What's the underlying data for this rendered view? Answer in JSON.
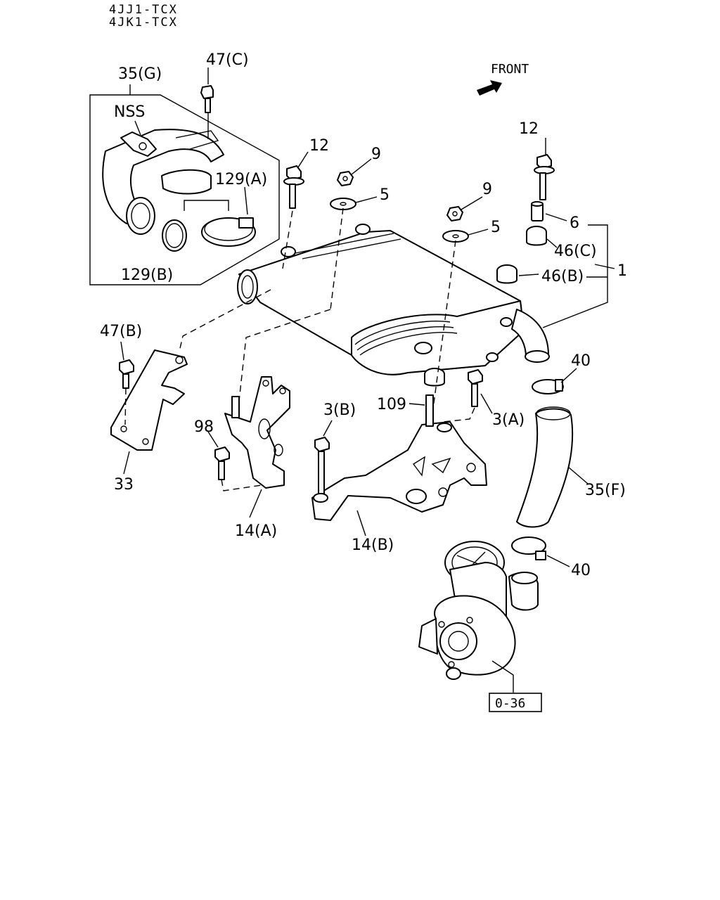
{
  "header": {
    "line1": "4JJ1-TCX",
    "line2": "4JK1-TCX"
  },
  "direction": {
    "label": "FRONT",
    "icon": "front-arrow-icon"
  },
  "callouts": {
    "c47C": "47(C)",
    "c35G": "35(G)",
    "nss": "NSS",
    "c129A": "129(A)",
    "c129B": "129(B)",
    "c12a": "12",
    "c9a": "9",
    "c5a": "5",
    "c9b": "9",
    "c5b": "5",
    "c12b": "12",
    "c6": "6",
    "c46C": "46(C)",
    "c1": "1",
    "c46B": "46(B)",
    "c47B": "47(B)",
    "c33": "33",
    "c98": "98",
    "c14A": "14(A)",
    "c3B": "3(B)",
    "c109": "109",
    "c3A": "3(A)",
    "c14B": "14(B)",
    "c40a": "40",
    "c35F": "35(F)",
    "c40b": "40"
  },
  "reference": {
    "label": "0-36"
  }
}
